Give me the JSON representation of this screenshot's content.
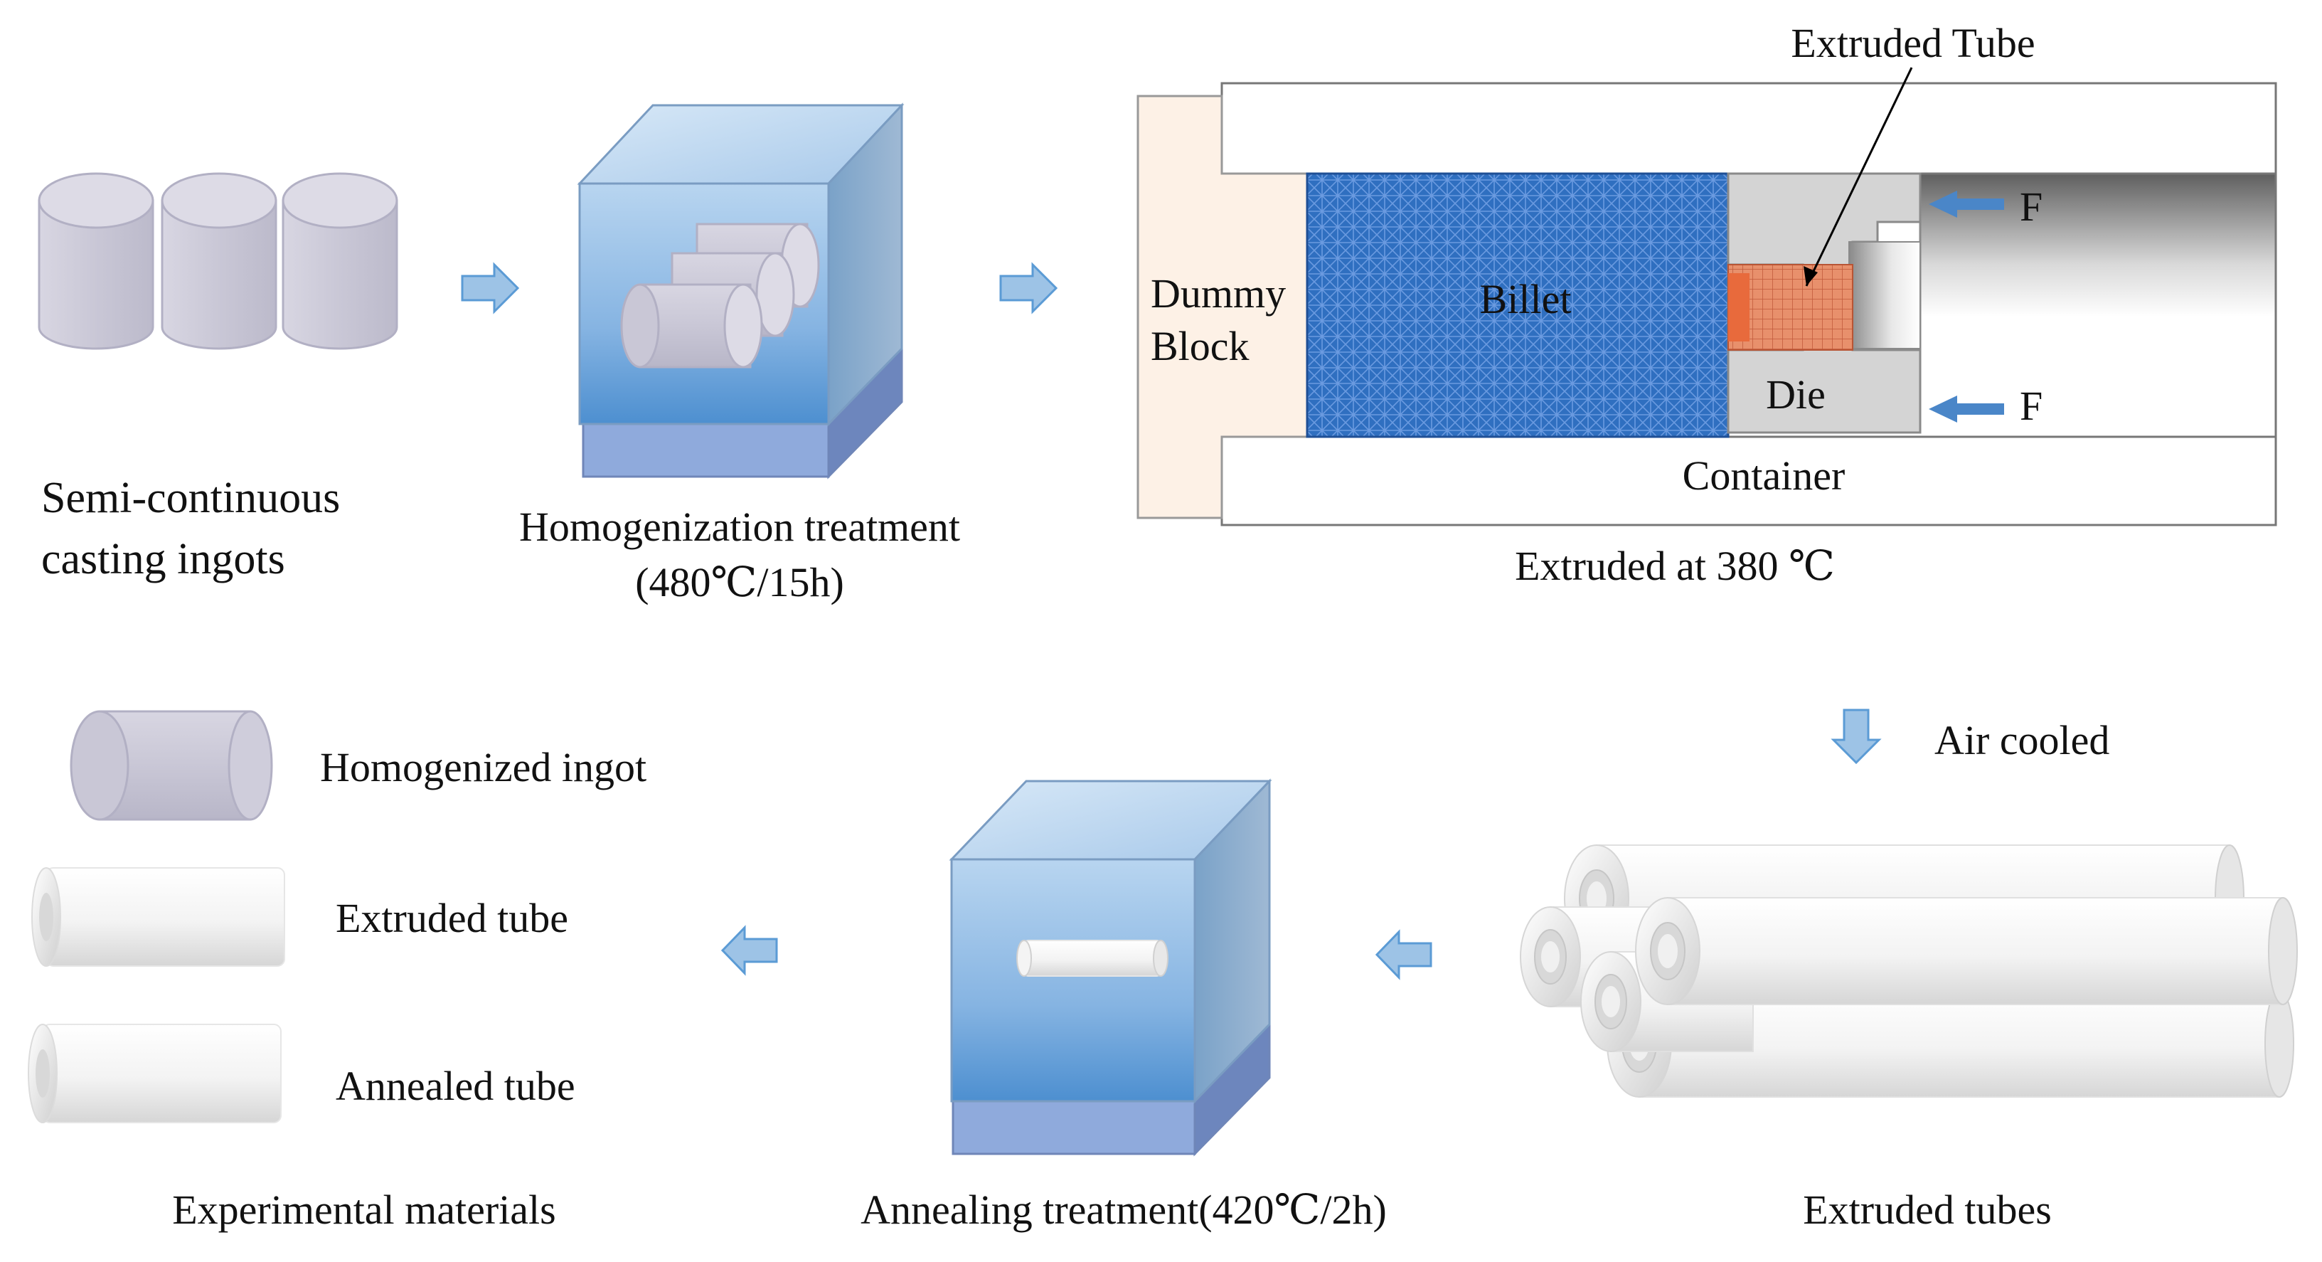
{
  "labels": {
    "ingots_line1": "Semi-continuous",
    "ingots_line2": "casting ingots",
    "homog_line1": "Homogenization treatment",
    "homog_line2": "(480℃/15h)",
    "extruded_tube_callout": "Extruded Tube",
    "dummy_line1": "Dummy",
    "dummy_line2": "Block",
    "billet": "Billet",
    "die": "Die",
    "container": "Container",
    "force_top": "F",
    "force_bottom": "F",
    "extruded_at": "Extruded at 380 ℃",
    "air_cooled": "Air cooled",
    "extruded_tubes": "Extruded tubes",
    "annealing": "Annealing treatment(420℃/2h)",
    "legend_homogenized": "Homogenized ingot",
    "legend_extruded": "Extruded tube",
    "legend_annealed": "Annealed tube",
    "experimental": "Experimental materials"
  },
  "icons": {
    "flow_arrow": "block-arrow-icon",
    "force_arrow": "arrow-left-icon",
    "furnace": "furnace-cube-icon",
    "ingot": "cylinder-icon",
    "tube": "tube-icon"
  },
  "colors": {
    "arrow_fill": "#9dc3e6",
    "arrow_stroke": "#5b9bd5",
    "force_arrow": "#4a86c8",
    "billet": "#2f6fc0",
    "tube_copper": "#e0825e",
    "furnace_front": "#9ec4ea",
    "furnace_base": "#8faadc",
    "ingot": "#c9c7d6",
    "die_gray": "#d4d4d4",
    "dummy_block": "#fdf1e6"
  }
}
